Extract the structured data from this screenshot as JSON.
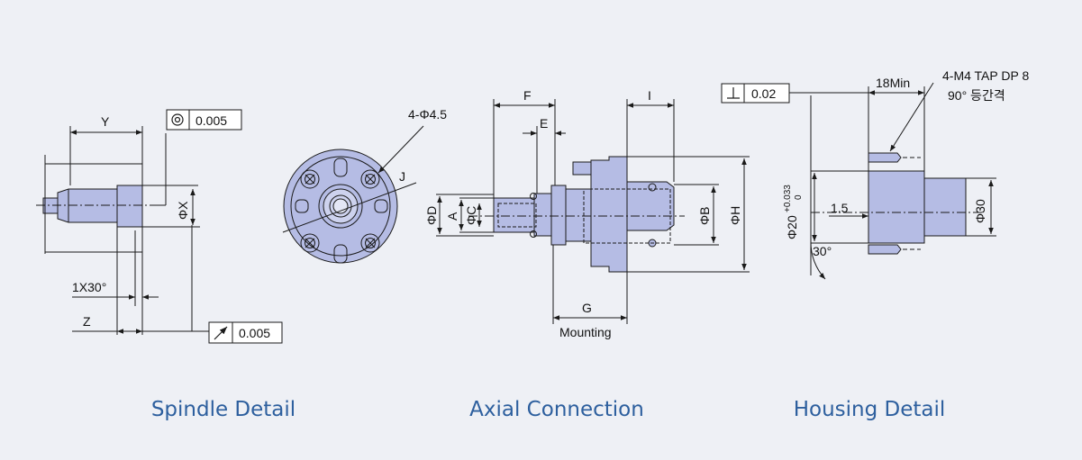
{
  "colors": {
    "background": "#eef0f5",
    "part_fill": "#b5bce4",
    "line": "#1a1a1a",
    "caption": "#2d5f9e"
  },
  "captions": {
    "spindle": "Spindle Detail",
    "axial": "Axial Connection",
    "housing": "Housing Detail"
  },
  "spindle": {
    "dim_y": "Y",
    "dim_x": "ΦX",
    "dim_z": "Z",
    "chamfer": "1X30°",
    "tol_top": {
      "symbol": "concentricity-icon",
      "value": "0.005"
    },
    "tol_bottom": {
      "symbol": "runout-icon",
      "value": "0.005"
    }
  },
  "flange": {
    "holes": "4-Φ4.5",
    "dim_j": "J"
  },
  "axial": {
    "dim_f": "F",
    "dim_e": "E",
    "dim_i": "I",
    "dim_d": "ΦD",
    "dim_a": "A",
    "dim_c": "ΦC",
    "dim_b": "ΦB",
    "dim_h": "ΦH",
    "dim_g": "G",
    "mounting": "Mounting"
  },
  "housing": {
    "tol": {
      "symbol": "perpendicularity-icon",
      "value": "0.02"
    },
    "min_len": "18Min",
    "tap": "4-M4 TAP DP 8",
    "spacing": "90° 등간격",
    "dia_20": "Φ20",
    "tol_plus": "+0.033",
    "tol_zero": "0",
    "dim_15": "1.5",
    "angle": "30°",
    "dia_30": "Φ30"
  }
}
